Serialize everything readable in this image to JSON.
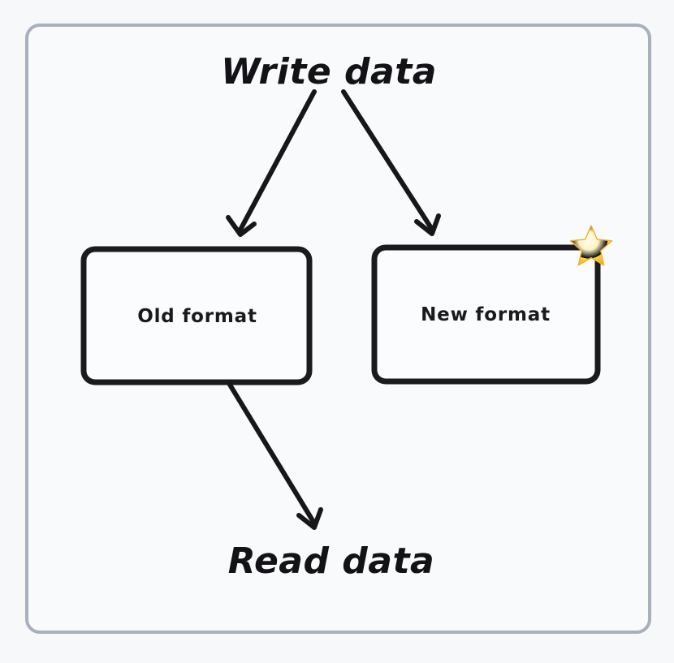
{
  "diagram": {
    "background_color": "#f7f8fa",
    "frame": {
      "name": "diagram-frame",
      "stroke_color": "#a8b0bd",
      "fill_color": "#f9fafb"
    },
    "labels": {
      "write": "Write data",
      "read": "Read data"
    },
    "nodes": [
      {
        "id": "old-format",
        "label": "Old format",
        "has_star": false
      },
      {
        "id": "new-format",
        "label": "New format",
        "has_star": true
      }
    ],
    "edges": [
      {
        "id": "write-to-old",
        "from": "Write data",
        "to": "Old format"
      },
      {
        "id": "write-to-new",
        "from": "Write data",
        "to": "New format"
      },
      {
        "id": "old-to-read",
        "from": "Old format",
        "to": "Read data"
      }
    ],
    "star": {
      "name": "star-icon",
      "glyph": "star",
      "colors": {
        "center": "#fffbe8",
        "mid": "#ffd966",
        "edge": "#f0a81e"
      }
    },
    "colors": {
      "stroke_dark": "#17171a",
      "node_fill": "#fbfcfd",
      "frame_stroke": "#a8b0bd"
    }
  }
}
